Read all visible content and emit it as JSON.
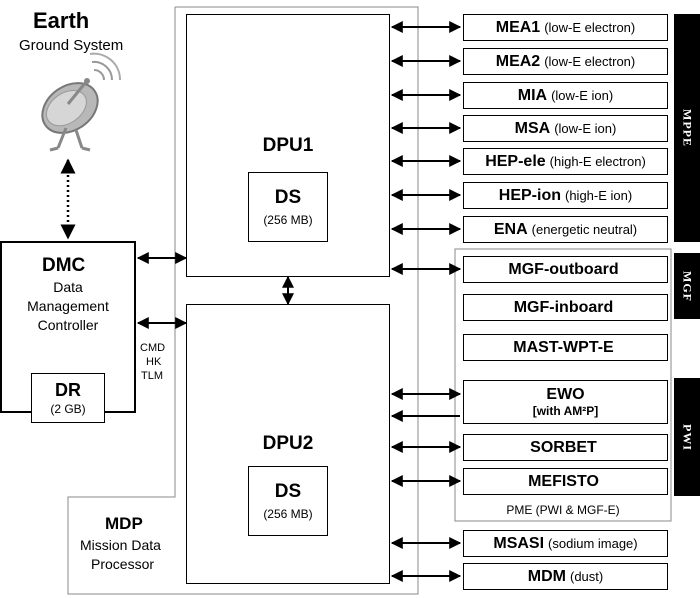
{
  "earth": {
    "title": "Earth",
    "subtitle": "Ground System"
  },
  "dmc": {
    "acronym": "DMC",
    "line1": "Data",
    "line2": "Management",
    "line3": "Controller"
  },
  "dr": {
    "name": "DR",
    "size": "(2 GB)"
  },
  "link_labels": [
    "CMD",
    "HK",
    "TLM"
  ],
  "mdp": {
    "acronym": "MDP",
    "line1": "Mission Data",
    "line2": "Processor"
  },
  "dpu1": {
    "name": "DPU1",
    "ds_name": "DS",
    "ds_size": "(256 MB)"
  },
  "dpu2": {
    "name": "DPU2",
    "ds_name": "DS",
    "ds_size": "(256 MB)"
  },
  "instruments": [
    {
      "name": "MEA1",
      "desc": "(low-E electron)"
    },
    {
      "name": "MEA2",
      "desc": "(low-E electron)"
    },
    {
      "name": "MIA",
      "desc": "(low-E ion)"
    },
    {
      "name": "MSA",
      "desc": "(low-E ion)"
    },
    {
      "name": "HEP-ele",
      "desc": "(high-E electron)"
    },
    {
      "name": "HEP-ion",
      "desc": "(high-E ion)"
    },
    {
      "name": "ENA",
      "desc": "(energetic neutral)"
    },
    {
      "name": "MGF-outboard",
      "desc": ""
    },
    {
      "name": "MGF-inboard",
      "desc": ""
    },
    {
      "name": "MAST-WPT-E",
      "desc": ""
    },
    {
      "name": "EWO",
      "desc": "[with AM²P]"
    },
    {
      "name": "SORBET",
      "desc": ""
    },
    {
      "name": "MEFISTO",
      "desc": ""
    },
    {
      "name": "MSASI",
      "desc": "(sodium image)"
    },
    {
      "name": "MDM",
      "desc": "(dust)"
    }
  ],
  "pme_label": "PME (PWI & MGF-E)",
  "groups": {
    "mppe": "MPPE",
    "mgf": "MGF",
    "pwi": "PWI"
  },
  "icons": {
    "antenna": "satellite-dish-icon"
  }
}
